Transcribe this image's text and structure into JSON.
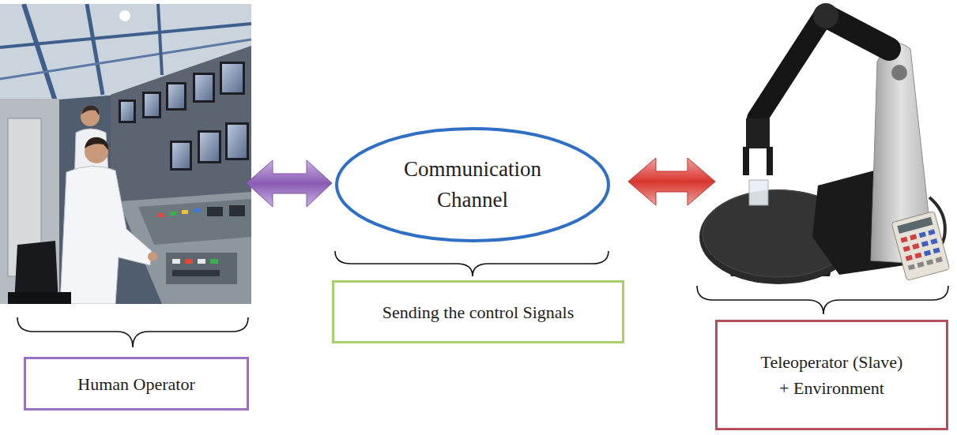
{
  "diagram": {
    "nodes": [
      {
        "text": [
          "Human Operator"
        ]
      },
      {
        "text": [
          "Communication Channel"
        ]
      },
      {
        "text": [
          "Sending the control Signals"
        ]
      },
      {
        "text": [
          "Teleoperator (Slave) + Environment"
        ]
      }
    ]
  }
}
